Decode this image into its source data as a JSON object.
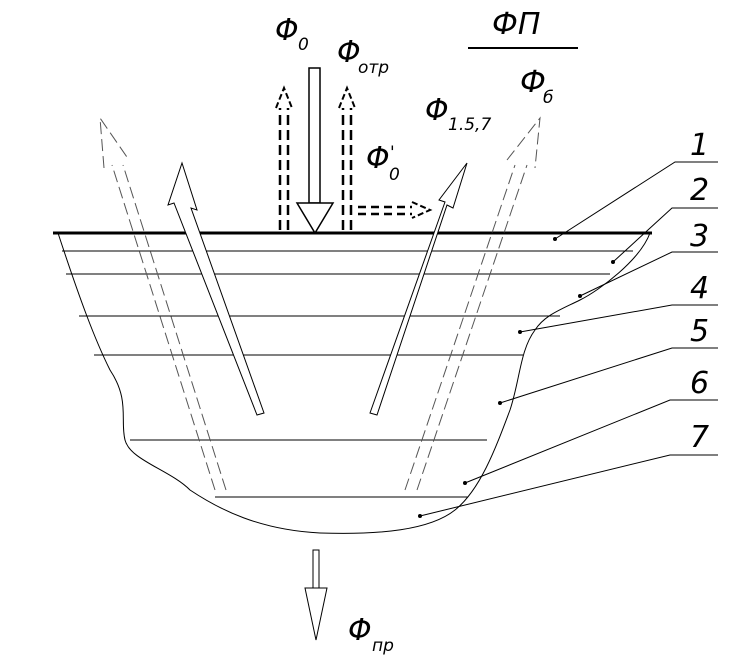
{
  "flux_labels": {
    "phi0": {
      "main": "Φ",
      "sub": "0"
    },
    "phi_otr": {
      "main": "Φ",
      "sub": "отр"
    },
    "phi0_prime": {
      "main": "Φ",
      "sub": "0",
      "prime": "'"
    },
    "phi_157": {
      "main": "Φ",
      "sub": "1.5,7"
    },
    "phi_pr": {
      "main": "Φ",
      "sub": "пр"
    }
  },
  "fraction": {
    "numerator": "ФП",
    "denominator_main": "Ф",
    "denominator_sub": "б"
  },
  "layer_numbers": [
    "1",
    "2",
    "3",
    "4",
    "5",
    "6",
    "7"
  ]
}
